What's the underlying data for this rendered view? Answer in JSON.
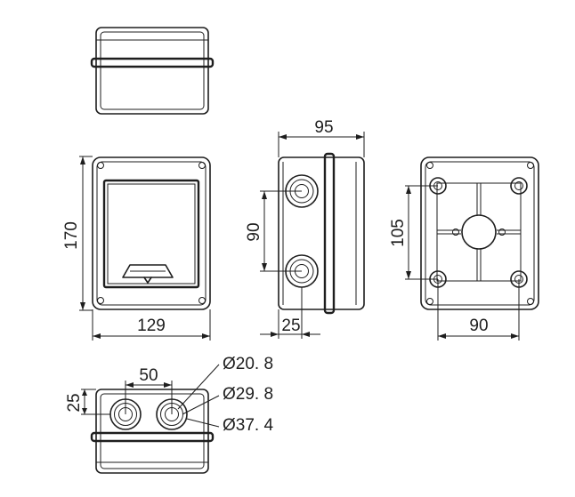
{
  "dimensions": {
    "height_front": "170",
    "width_front": "129",
    "depth_side": "95",
    "hole_spacing_side": "90",
    "side_offset": "25",
    "mount_height": "105",
    "mount_width": "90",
    "hole_spacing_bottom": "50",
    "bottom_offset": "25"
  },
  "hole_callouts": {
    "small": "Ø20. 8",
    "medium": "Ø29. 8",
    "large": "Ø37. 4"
  },
  "line_color": "#1e1e1e"
}
